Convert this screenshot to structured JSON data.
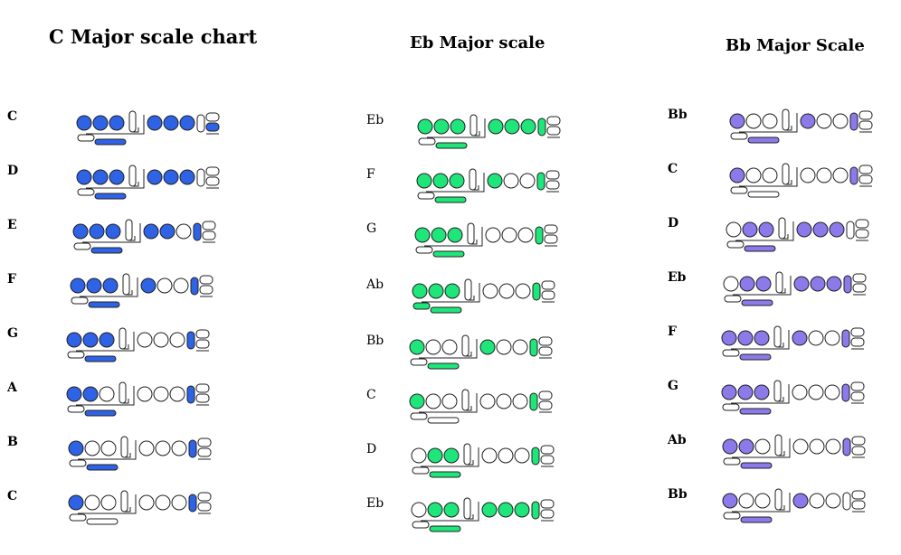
{
  "colors": {
    "c_major": "#2f63e6",
    "eb_major": "#1fe67a",
    "bb_major": "#8c7aea",
    "outline": "#202020"
  },
  "scales": [
    {
      "title": "C Major scale chart",
      "color_key": "c_major",
      "notes": [
        {
          "note": "C",
          "holes": [
            1,
            1,
            1,
            1,
            1,
            1
          ],
          "octave": 1,
          "left_low": 0,
          "right_low": 0,
          "low_key": 1
        },
        {
          "note": "D",
          "holes": [
            1,
            1,
            1,
            1,
            1,
            1
          ],
          "octave": 1,
          "left_low": 0,
          "right_low": 0,
          "low_key": 0
        },
        {
          "note": "E",
          "holes": [
            1,
            1,
            1,
            1,
            1,
            0
          ],
          "octave": 1,
          "left_low": 0,
          "right_low": 1,
          "low_key": 0
        },
        {
          "note": "F",
          "holes": [
            1,
            1,
            1,
            1,
            0,
            0
          ],
          "octave": 1,
          "left_low": 0,
          "right_low": 1,
          "low_key": 0
        },
        {
          "note": "G",
          "holes": [
            1,
            1,
            1,
            0,
            0,
            0
          ],
          "octave": 1,
          "left_low": 0,
          "right_low": 1,
          "low_key": 0
        },
        {
          "note": "A",
          "holes": [
            1,
            1,
            0,
            0,
            0,
            0
          ],
          "octave": 1,
          "left_low": 0,
          "right_low": 1,
          "low_key": 0
        },
        {
          "note": "B",
          "holes": [
            1,
            0,
            0,
            0,
            0,
            0
          ],
          "octave": 1,
          "left_low": 0,
          "right_low": 1,
          "low_key": 0
        },
        {
          "note": "C",
          "holes": [
            1,
            0,
            0,
            0,
            0,
            0
          ],
          "octave": 0,
          "left_low": 0,
          "right_low": 1,
          "low_key": 0
        }
      ]
    },
    {
      "title": "Eb Major scale",
      "color_key": "eb_major",
      "notes": [
        {
          "note": "Eb",
          "holes": [
            1,
            1,
            1,
            1,
            1,
            1
          ],
          "octave": 1,
          "left_low": 0,
          "right_low": 1,
          "low_key": 0
        },
        {
          "note": "F",
          "holes": [
            1,
            1,
            1,
            1,
            0,
            0
          ],
          "octave": 1,
          "left_low": 0,
          "right_low": 1,
          "low_key": 0
        },
        {
          "note": "G",
          "holes": [
            1,
            1,
            1,
            0,
            0,
            0
          ],
          "octave": 1,
          "left_low": 0,
          "right_low": 1,
          "low_key": 0
        },
        {
          "note": "Ab",
          "holes": [
            1,
            1,
            1,
            0,
            0,
            0
          ],
          "octave": 1,
          "left_low": 1,
          "right_low": 1,
          "low_key": 0
        },
        {
          "note": "Bb",
          "holes": [
            1,
            0,
            0,
            1,
            0,
            0
          ],
          "octave": 1,
          "left_low": 0,
          "right_low": 1,
          "low_key": 0
        },
        {
          "note": "C",
          "holes": [
            1,
            0,
            0,
            0,
            0,
            0
          ],
          "octave": 0,
          "left_low": 0,
          "right_low": 1,
          "low_key": 0
        },
        {
          "note": "D",
          "holes": [
            0,
            1,
            1,
            0,
            0,
            0
          ],
          "octave": 1,
          "left_low": 0,
          "right_low": 1,
          "low_key": 0
        },
        {
          "note": "Eb",
          "holes": [
            0,
            1,
            1,
            1,
            1,
            1
          ],
          "octave": 1,
          "left_low": 0,
          "right_low": 1,
          "low_key": 0
        }
      ]
    },
    {
      "title": "Bb Major Scale",
      "color_key": "bb_major",
      "notes": [
        {
          "note": "Bb",
          "holes": [
            1,
            0,
            0,
            1,
            0,
            0
          ],
          "octave": 1,
          "left_low": 0,
          "right_low": 1,
          "low_key": 0
        },
        {
          "note": "C",
          "holes": [
            1,
            0,
            0,
            0,
            0,
            0
          ],
          "octave": 0,
          "left_low": 0,
          "right_low": 1,
          "low_key": 0
        },
        {
          "note": "D",
          "holes": [
            0,
            1,
            1,
            1,
            1,
            1
          ],
          "octave": 1,
          "left_low": 0,
          "right_low": 0,
          "low_key": 0
        },
        {
          "note": "Eb",
          "holes": [
            0,
            1,
            1,
            1,
            1,
            1
          ],
          "octave": 1,
          "left_low": 0,
          "right_low": 1,
          "low_key": 0
        },
        {
          "note": "F",
          "holes": [
            1,
            1,
            1,
            1,
            0,
            0
          ],
          "octave": 1,
          "left_low": 0,
          "right_low": 1,
          "low_key": 0
        },
        {
          "note": "G",
          "holes": [
            1,
            1,
            1,
            0,
            0,
            0
          ],
          "octave": 1,
          "left_low": 0,
          "right_low": 1,
          "low_key": 0
        },
        {
          "note": "Ab",
          "holes": [
            1,
            1,
            0,
            0,
            0,
            0
          ],
          "octave": 1,
          "left_low": 0,
          "right_low": 1,
          "low_key": 0
        },
        {
          "note": "Bb",
          "holes": [
            1,
            0,
            0,
            1,
            0,
            0
          ],
          "octave": 1,
          "left_low": 0,
          "right_low": 0,
          "low_key": 0
        }
      ]
    }
  ]
}
